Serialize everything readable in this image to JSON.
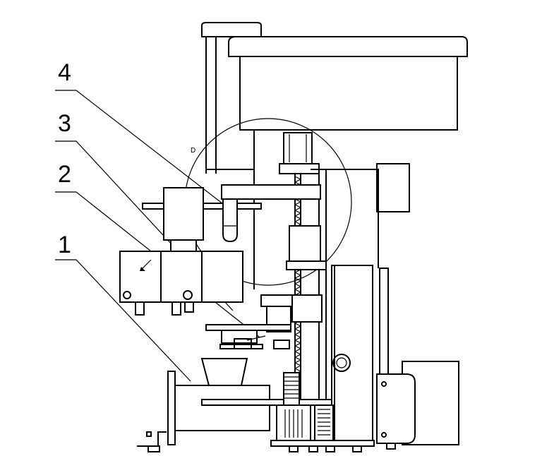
{
  "callouts": [
    {
      "id": "4",
      "text": "4"
    },
    {
      "id": "3",
      "text": "3"
    },
    {
      "id": "2",
      "text": "2"
    },
    {
      "id": "1",
      "text": "1"
    }
  ],
  "detail_label": "D",
  "colors": {
    "line": "#000000",
    "background": "#ffffff"
  }
}
